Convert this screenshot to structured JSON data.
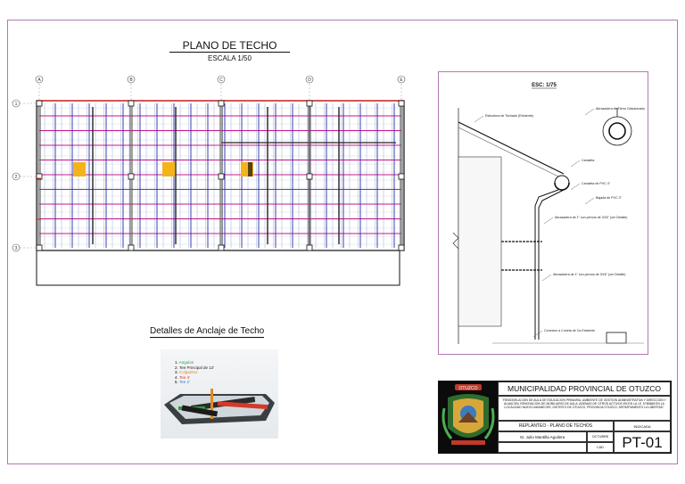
{
  "plan": {
    "title": "PLANO DE TECHO",
    "scale": "ESCALA 1/50",
    "axes_columns": [
      "A",
      "B",
      "C",
      "D",
      "E"
    ],
    "axes_rows": [
      "1",
      "2",
      "3"
    ]
  },
  "detail": {
    "scale": "ESC: 1/75",
    "notes": [
      "Estructura de Techado (Existente)",
      "Canaleta",
      "Abrazadera de Fierro Galvanizado",
      "Canaleta de PVC 4\"",
      "Bajada de PVC 3\"",
      "Abrazadera de 1\" con pernos de 3/16\" (ver Detalle)",
      "Abrazadera de 1\" con pernos de 3/16\" (ver Detalle)",
      "Conexion a Cuneta de Ca Existente"
    ]
  },
  "anclaje": {
    "title": "Detalles de Anclaje de Techo",
    "legend": [
      {
        "num": "1.",
        "text": "Angulos",
        "color": "#2e9e3e"
      },
      {
        "num": "2.",
        "text": "Tee Principal de 12'",
        "color": "#222222"
      },
      {
        "num": "3.",
        "text": "Colgantes",
        "color": "#e08a1e"
      },
      {
        "num": "4.",
        "text": "Tee 4'",
        "color": "#d23a2a"
      },
      {
        "num": "5.",
        "text": "Tee 2'",
        "color": "#3a78c8"
      }
    ]
  },
  "titleblock": {
    "logo_text": "OTUZCO",
    "entity": "MUNICIPALIDAD PROVINCIAL DE OTUZCO",
    "project": "\"REMODELACION DE AULA DE EDUCACION PRIMARIA, AMBIENTE DE GESTION ADMINISTRATIVA Y DIRECCION Y ALMACEN; RENOVACION DE MOBILIARIO DE AULA; ADEMAS DE OTROS ACTIVOS EN EN LA I.E. N°80668 EN LA LOCALIDAD NUEVO AMANECER, DISTRITO DE OTUZCO, PROVINCIA OTUZCO, DEPARTAMENTO LA LIBERTAD\"",
    "sheet_name": "REPLANTEO - PLANO DE TECHOS",
    "scale": "INDICADA",
    "person": "Sr. Julio Mantilla Aguilera",
    "date": "OCTUBRE 2023",
    "cad": "CAD",
    "code": "PT-01"
  },
  "colors": {
    "frame": "#b07ab0",
    "magenta_ties": "#c2188c",
    "blue_beams": "#2a2aa6",
    "light_frame": "#9ab0d0",
    "panel_yellow": "#f3b31a",
    "wall_red": "#d32f2f"
  }
}
